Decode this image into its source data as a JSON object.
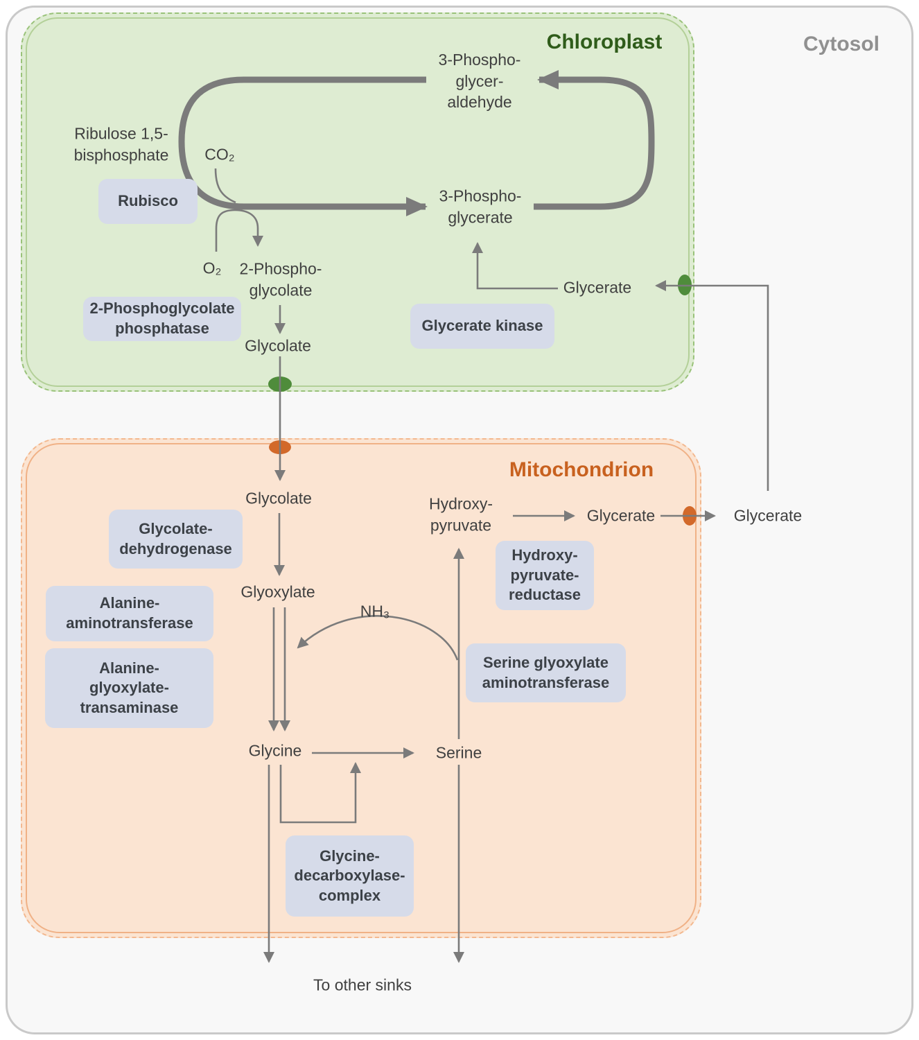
{
  "compartments": {
    "cytosol": {
      "label": "Cytosol"
    },
    "chloroplast": {
      "label": "Chloroplast"
    },
    "mitochondrion": {
      "label": "Mitochondrion"
    }
  },
  "metabolites": {
    "pga_aldehyde": "3-Phospho-\nglycer-\naldehyde",
    "ribulose_bisphosphate": "Ribulose 1,5-\nbisphosphate",
    "co2": "CO₂",
    "pga": "3-Phospho-\nglycerate",
    "o2": "O₂",
    "phosphoglycolate": "2-Phospho-\nglycolate",
    "glycolate_chloroplast": "Glycolate",
    "glycerate_chloroplast": "Glycerate",
    "glycolate_mitochondrion": "Glycolate",
    "hydroxypyruvate": "Hydroxy-\npyruvate",
    "glycerate_mitochondrion": "Glycerate",
    "glycerate_cytosol": "Glycerate",
    "glyoxylate": "Glyoxylate",
    "nh3": "NH₃",
    "glycine": "Glycine",
    "serine": "Serine",
    "to_other_sinks": "To other sinks"
  },
  "enzymes": {
    "rubisco": "Rubisco",
    "phosphoglycolate_phosphatase": "2-Phosphoglycolate\nphosphatase",
    "glycerate_kinase": "Glycerate kinase",
    "glycolate_dehydrogenase": "Glycolate-\ndehydrogenase",
    "alanine_aminotransferase": "Alanine-\naminotransferase",
    "alanine_glyoxylate_transaminase": "Alanine-\nglyoxylate-\ntransaminase",
    "serine_glyoxylate_aminotransferase": "Serine glyoxylate\naminotransferase",
    "hydroxypyruvate_reductase": "Hydroxy-\npyruvate-\nreductase",
    "glycine_decarboxylase_complex": "Glycine-\ndecarboxylase-\ncomplex"
  },
  "colors": {
    "arrow_gray": "#7b7b7b",
    "enzyme_box_fill": "#d6dbe9",
    "enzyme_text": "#3c4147",
    "metabolite_text": "#404040",
    "chloroplast_fill": "#deecd2",
    "chloroplast_border": "#99c279",
    "chloroplast_label": "#2f5c1a",
    "mitochondrion_fill": "#fbe4d2",
    "mitochondrion_border": "#f3b88f",
    "mitochondrion_label": "#c8611f",
    "cytosol_fill": "#f8f8f8",
    "cytosol_border": "#c9c9c9",
    "cytosol_label": "#909090",
    "transporter_green": "#4f8c3b",
    "transporter_orange": "#d2692a"
  }
}
